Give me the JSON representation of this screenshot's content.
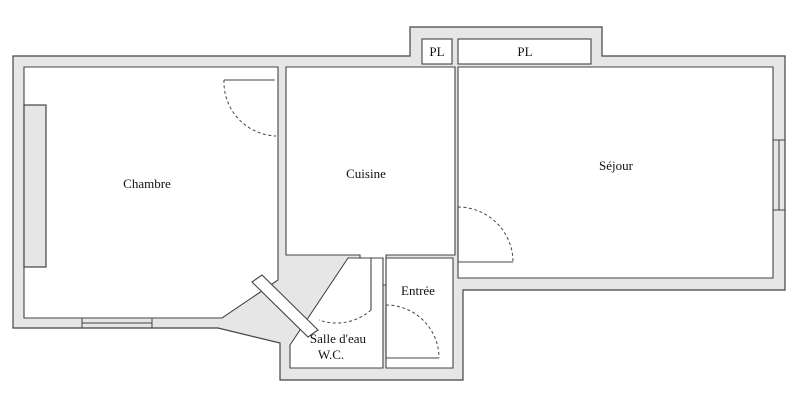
{
  "rooms": {
    "chambre": "Chambre",
    "cuisine": "Cuisine",
    "sejour": "Séjour",
    "entree": "Entrée",
    "salle_deau_line1": "Salle d'eau",
    "salle_deau_line2": "W.C."
  },
  "fixtures": {
    "placard_small": "PL",
    "placard_large": "PL"
  },
  "colors": {
    "wall_fill": "#e6e6e6",
    "wall_stroke": "#444444",
    "floor": "#ffffff"
  }
}
